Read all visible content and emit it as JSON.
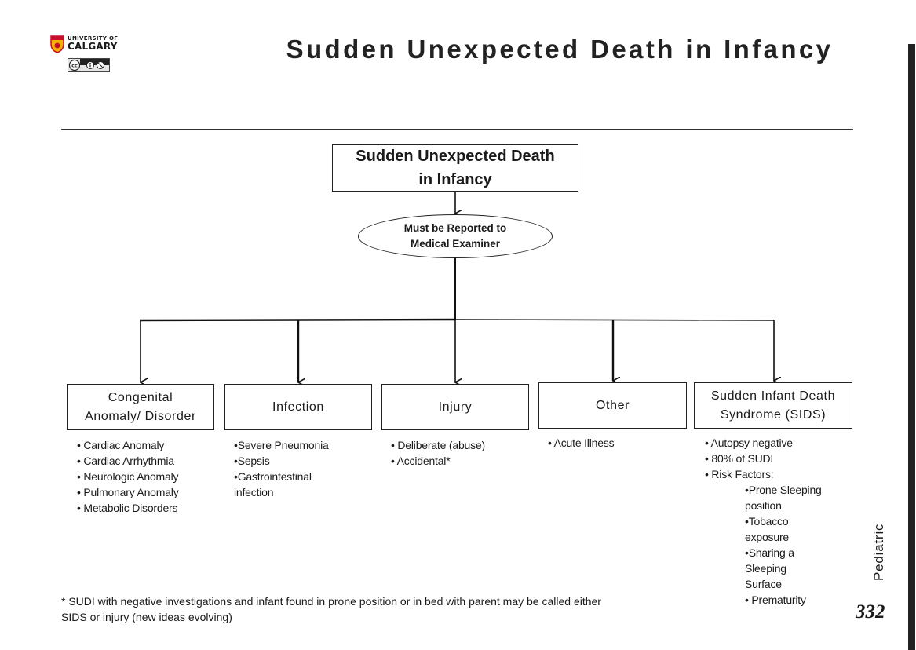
{
  "header": {
    "logo_top": "UNIVERSITY OF",
    "logo_bottom": "CALGARY",
    "license_badge": "cc",
    "title": "Sudden Unexpected Death in Infancy"
  },
  "diagram": {
    "root": {
      "line1": "Sudden Unexpected Death",
      "line2": "in Infancy"
    },
    "reported": {
      "line1": "Must be Reported to",
      "line2": "Medical Examiner"
    },
    "categories": [
      {
        "line1": "Congenital",
        "line2": "Anomaly/ Disorder",
        "items": [
          "• Cardiac Anomaly",
          "• Cardiac Arrhythmia",
          "• Neurologic Anomaly",
          "• Pulmonary Anomaly",
          "• Metabolic Disorders"
        ]
      },
      {
        "line1": "Infection",
        "items": [
          "•Severe Pneumonia",
          "•Sepsis",
          "•Gastrointestinal",
          "infection"
        ]
      },
      {
        "line1": "Injury",
        "items": [
          "• Deliberate (abuse)",
          "• Accidental*"
        ]
      },
      {
        "line1": "Other",
        "items": [
          "• Acute Illness"
        ]
      },
      {
        "line1": "Sudden Infant Death",
        "line2": "Syndrome (SIDS)",
        "items": [
          "• Autopsy negative",
          "• 80% of SUDI",
          "• Risk Factors:"
        ],
        "risk_factors": [
          "•Prone Sleeping",
          "position",
          "•Tobacco",
          "exposure",
          "•Sharing a",
          "Sleeping",
          "Surface",
          "• Prematurity"
        ]
      }
    ]
  },
  "footnote": {
    "line1": "* SUDI with negative investigations and infant found in prone position or in bed with parent may be called either",
    "line2": "SIDS or injury (new ideas evolving)"
  },
  "section_label": "Pediatric",
  "page_number": "332",
  "colors": {
    "ink": "#1a1a1a",
    "crest_gold": "#f2b300",
    "crest_red": "#c8102e"
  }
}
